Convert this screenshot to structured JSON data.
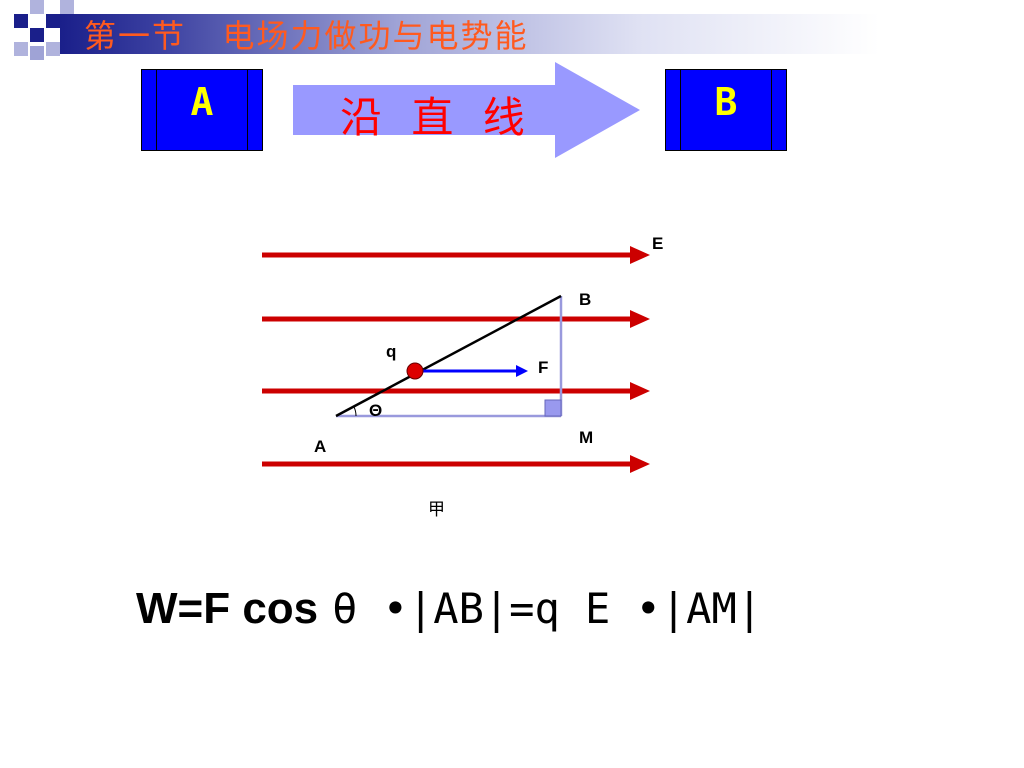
{
  "header": {
    "title": "第一节   电场力做功与电势能"
  },
  "banner": {
    "start_box_label": "A",
    "end_box_label": "B",
    "arrow_label": "沿 直 线"
  },
  "diagram": {
    "field_label": "E",
    "point_a_label": "A",
    "point_b_label": "B",
    "point_m_label": "M",
    "charge_label": "q",
    "force_label": "F",
    "angle_label": "Θ",
    "caption": "甲"
  },
  "formula": {
    "main": "W=F cos",
    "rest": "θ •|AB|=q E •|AM|"
  },
  "colors": {
    "title": "#ff5a1f",
    "box_fill": "#0000ff",
    "box_text": "#ffff00",
    "arrow_fill": "#9999ff",
    "arrow_text": "#ff0000",
    "field_lines": "#cc0000",
    "force_arrow": "#0000ff",
    "triangle": "#9999dd",
    "charge": "#dd0000"
  }
}
